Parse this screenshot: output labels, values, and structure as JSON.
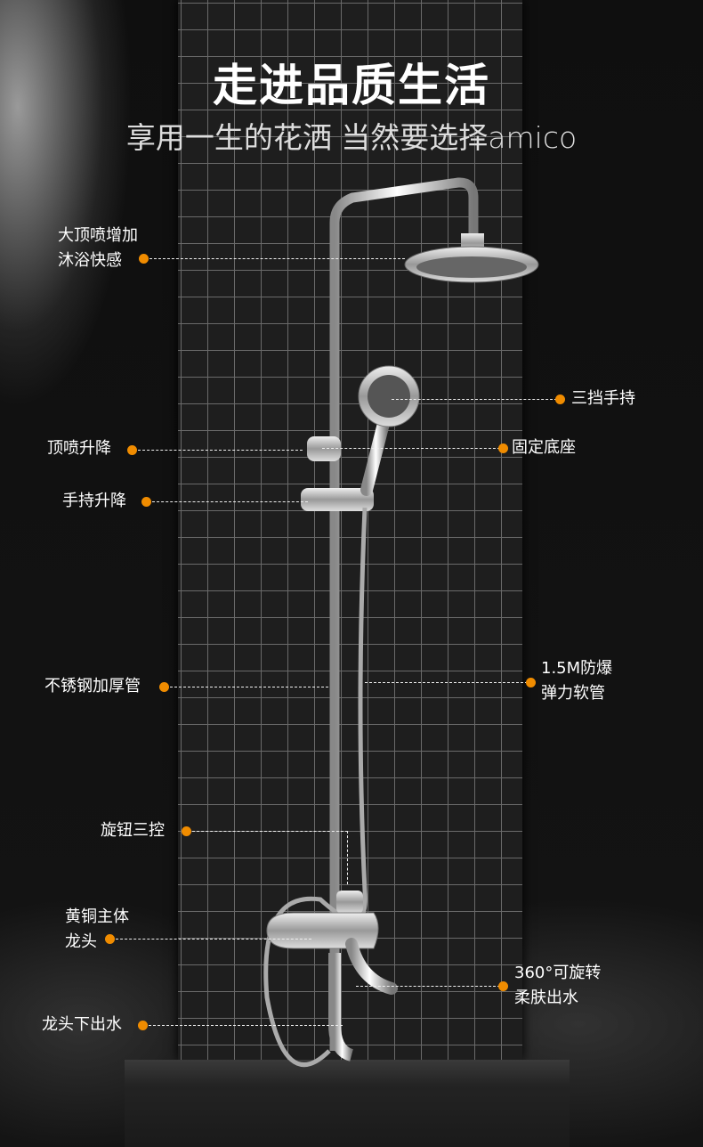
{
  "header": {
    "title": "走进品质生活",
    "subtitle": "享用一生的花洒 当然要选择amico"
  },
  "accent_color": "#f08c00",
  "callouts": [
    {
      "id": "top-spray",
      "lines": [
        "大顶喷增加",
        "沐浴快感"
      ]
    },
    {
      "id": "handheld",
      "lines": [
        "三挡手持"
      ]
    },
    {
      "id": "top-lift",
      "lines": [
        "顶喷升降"
      ]
    },
    {
      "id": "fixed-base",
      "lines": [
        "固定底座"
      ]
    },
    {
      "id": "hand-lift",
      "lines": [
        "手持升降"
      ]
    },
    {
      "id": "steel-pipe",
      "lines": [
        "不锈钢加厚管"
      ]
    },
    {
      "id": "hose",
      "lines": [
        "1.5M防爆",
        "弹力软管"
      ]
    },
    {
      "id": "knob",
      "lines": [
        "旋钮三控"
      ]
    },
    {
      "id": "brass-body",
      "lines": [
        "黄铜主体",
        "龙头"
      ]
    },
    {
      "id": "swivel",
      "lines": [
        "360°可旋转",
        "柔肤出水"
      ]
    },
    {
      "id": "spout",
      "lines": [
        "龙头下出水"
      ]
    }
  ]
}
